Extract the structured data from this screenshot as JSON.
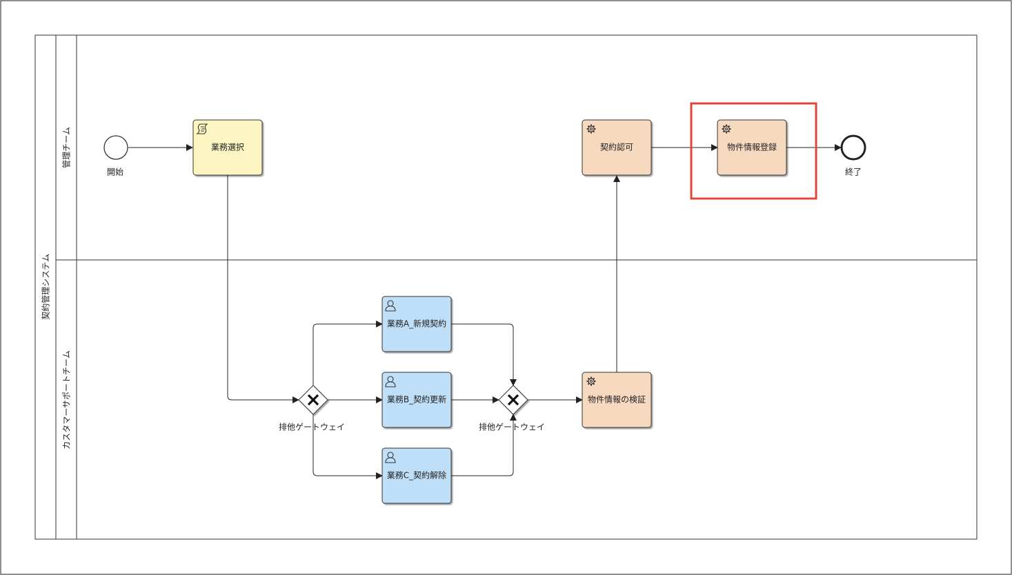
{
  "pool": {
    "label": "契約管理システム"
  },
  "lanes": [
    {
      "id": "mgmt",
      "label": "管理チーム"
    },
    {
      "id": "cs",
      "label": "カスタマーサポートチーム"
    }
  ],
  "events": {
    "start": {
      "label": "開始"
    },
    "end": {
      "label": "終了"
    }
  },
  "tasks": {
    "select": {
      "label": "業務選択",
      "type": "script",
      "color": "#fdf6c3"
    },
    "approve": {
      "label": "契約認可",
      "type": "service",
      "color": "#f7d9c0"
    },
    "register": {
      "label": "物件情報登録",
      "type": "service",
      "color": "#f7d9c0"
    },
    "a_new": {
      "label": "業務A_新規契約",
      "type": "user",
      "color": "#bfdff8"
    },
    "b_renew": {
      "label": "業務B_契約更新",
      "type": "user",
      "color": "#bfdff8"
    },
    "c_cancel": {
      "label": "業務C_契約解除",
      "type": "user",
      "color": "#bfdff8"
    },
    "verify": {
      "label": "物件情報の検証",
      "type": "service",
      "color": "#f7d9c0"
    }
  },
  "gateways": {
    "split": {
      "label": "排他ゲートウェイ"
    },
    "join": {
      "label": "排他ゲートウェイ"
    }
  },
  "highlight": {
    "color": "#e0453a"
  }
}
